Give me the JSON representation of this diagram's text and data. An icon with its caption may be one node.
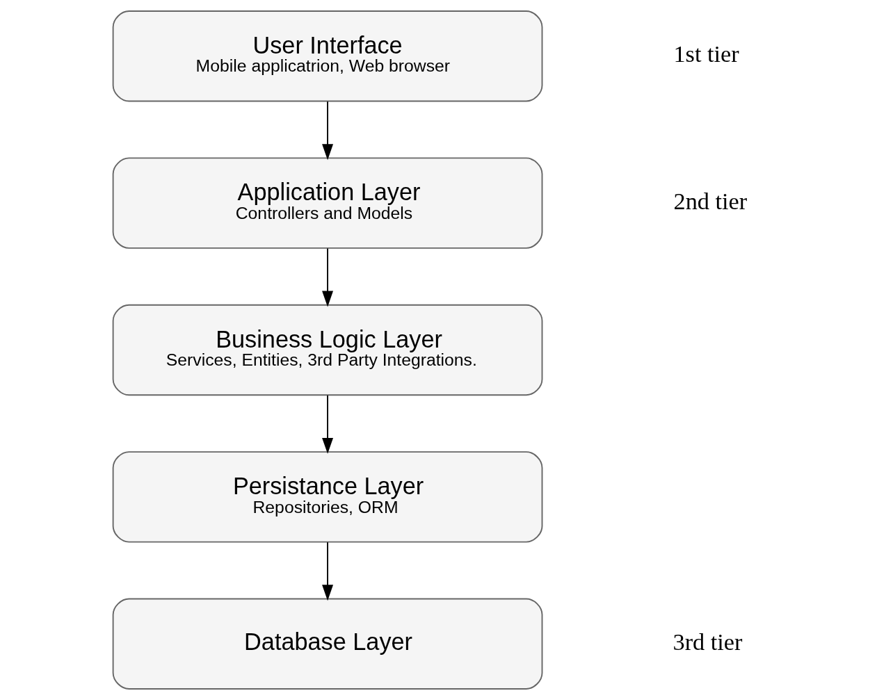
{
  "diagram": {
    "nodes": [
      {
        "text": [
          "User Interface",
          "Mobile applicatrion, Web browser"
        ]
      },
      {
        "text": [
          "Application Layer",
          "Controllers and Models"
        ]
      },
      {
        "text": [
          "Business Logic Layer",
          "Services, Entities, 3rd Party Integrations."
        ]
      },
      {
        "text": [
          "Persistance Layer",
          "Repositories, ORM"
        ]
      },
      {
        "text": [
          "Database Layer"
        ]
      }
    ],
    "edges": [
      {
        "from": 0,
        "to": 1,
        "arrow": "to"
      },
      {
        "from": 1,
        "to": 2,
        "arrow": "to"
      },
      {
        "from": 2,
        "to": 3,
        "arrow": "to"
      },
      {
        "from": 3,
        "to": 4,
        "arrow": "to"
      }
    ],
    "labels": [
      "1st tier",
      "2nd tier",
      "3rd tier"
    ]
  }
}
